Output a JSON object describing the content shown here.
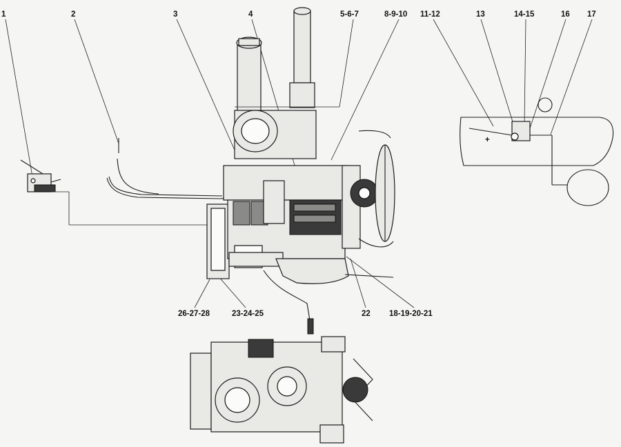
{
  "callouts": [
    {
      "label": "1"
    },
    {
      "label": "2"
    },
    {
      "label": "3"
    },
    {
      "label": "4"
    },
    {
      "label": "5-6-7"
    },
    {
      "label": "8-9-10"
    },
    {
      "label": "11-12"
    },
    {
      "label": "13"
    },
    {
      "label": "14-15"
    },
    {
      "label": "16"
    },
    {
      "label": "17"
    },
    {
      "label": "26-27-28"
    },
    {
      "label": "23-24-25"
    },
    {
      "label": "22"
    },
    {
      "label": "18-19-20-21"
    }
  ]
}
